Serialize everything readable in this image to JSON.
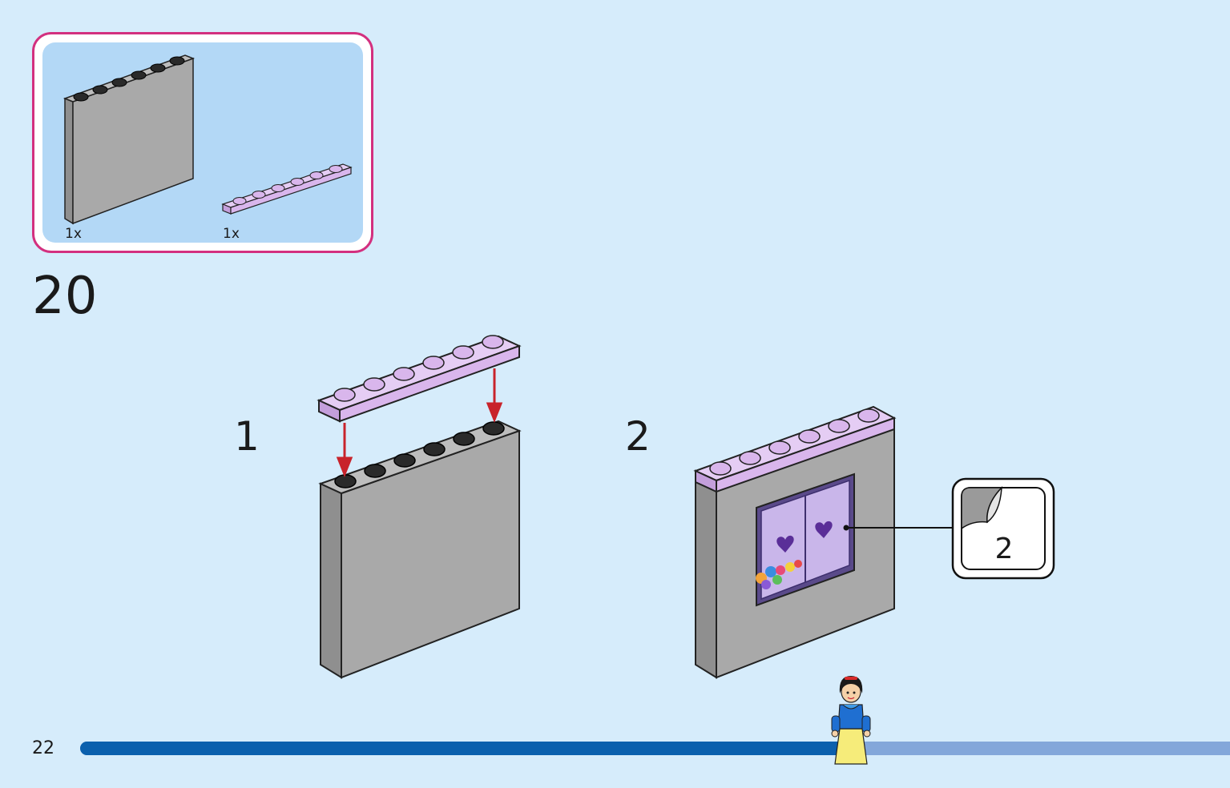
{
  "parts_panel": {
    "items": [
      {
        "name": "gray panel 1x6x5",
        "quantity": "1x",
        "color": "#a9a9a9"
      },
      {
        "name": "lavender plate 1x6",
        "quantity": "1x",
        "color": "#d9b6ec"
      }
    ],
    "border_color": "#d3307f"
  },
  "step": {
    "number": "20",
    "substeps": [
      {
        "label": "1"
      },
      {
        "label": "2"
      }
    ],
    "sticker_number": "2"
  },
  "footer": {
    "page_number": "22",
    "progress": 0.66,
    "fill_color": "#0b60ad",
    "track_color": "#83a7da"
  },
  "colors": {
    "background": "#d6ecfb",
    "brick_gray": "#a9a9a9",
    "plate_lavender": "#d9b6ec",
    "arrow_red": "#c8232b"
  }
}
